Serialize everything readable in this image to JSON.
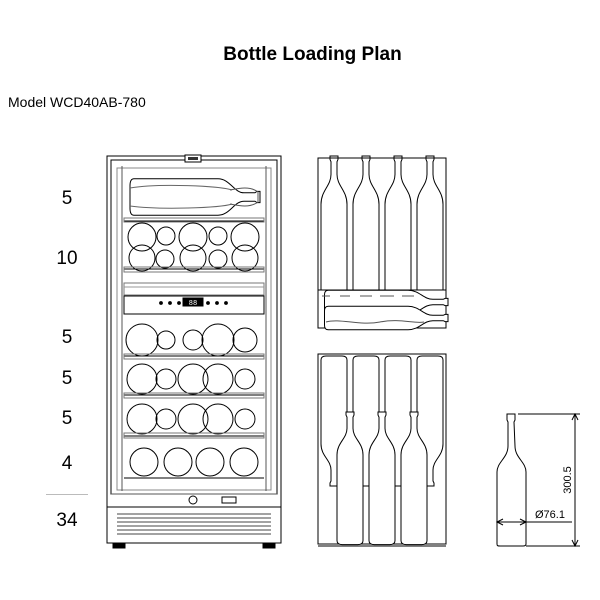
{
  "title": "Bottle Loading Plan",
  "model": "Model WCD40AB-780",
  "shelf_counts": [
    "5",
    "10",
    "5",
    "5",
    "5",
    "4"
  ],
  "total": "34",
  "bottle_dimensions": {
    "height": "300.5",
    "diameter": "Ø76.1"
  },
  "display": {
    "temperature_readout": "88"
  }
}
